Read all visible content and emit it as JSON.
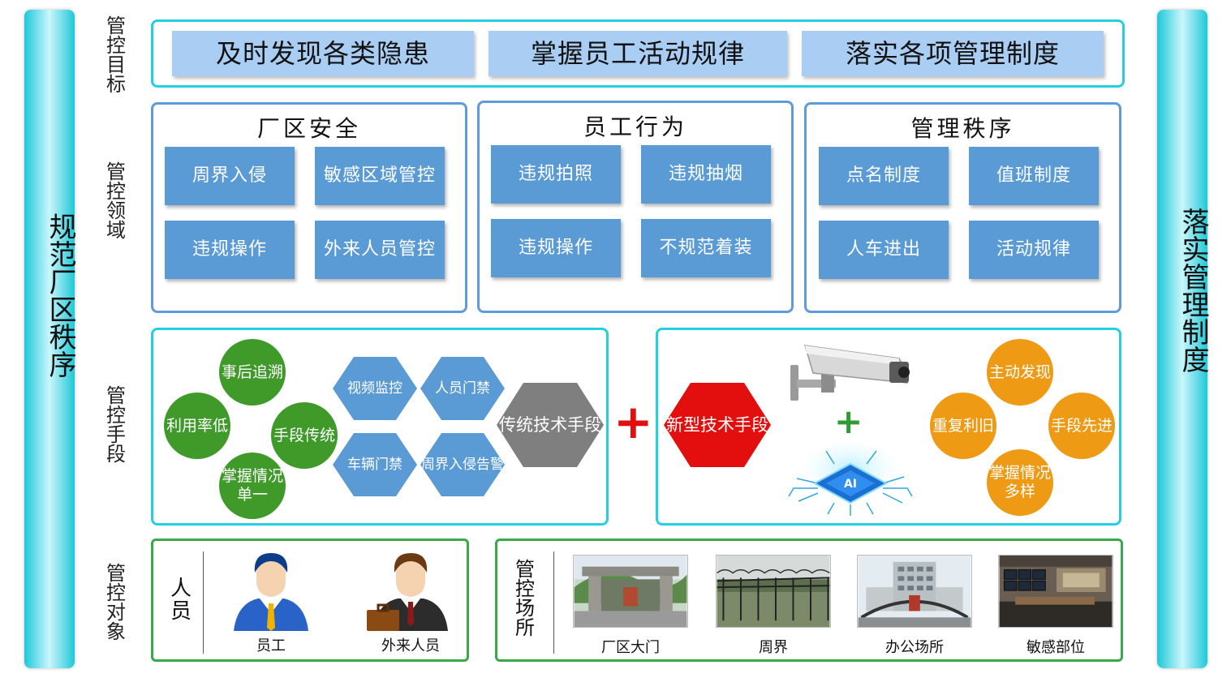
{
  "left_bar": "规范厂区秩序",
  "right_bar": "落实管理制度",
  "row_labels": {
    "goal": "管控目标",
    "domain": "管控领域",
    "means": "管控手段",
    "object": "管控对象"
  },
  "goals": [
    "及时发现各类隐患",
    "掌握员工活动规律",
    "落实各项管理制度"
  ],
  "domains": [
    {
      "title": "厂区安全",
      "items": [
        "周界入侵",
        "敏感区域管控",
        "违规操作",
        "外来人员管控"
      ]
    },
    {
      "title": "员工行为",
      "items": [
        "违规拍照",
        "违规抽烟",
        "违规操作",
        "不规范着装"
      ]
    },
    {
      "title": "管理秩序",
      "items": [
        "点名制度",
        "值班制度",
        "人车进出",
        "活动规律"
      ]
    }
  ],
  "traditional": {
    "circles": [
      "事后追溯",
      "利用率低",
      "手段传统",
      "掌握情况单一"
    ],
    "hexes": [
      "视频监控",
      "人员门禁",
      "车辆门禁",
      "周界入侵告警"
    ],
    "center": "传统技术手段"
  },
  "plus_sign": "+",
  "new_tech": {
    "center": "新型技术手段",
    "chip_label": "AI",
    "circles": [
      "主动发现",
      "重复利旧",
      "手段先进",
      "掌握情况多样"
    ]
  },
  "objects": {
    "people_label": "人员",
    "people": [
      "员工",
      "外来人员"
    ],
    "places_label": "管控场所",
    "places": [
      "厂区大门",
      "周界",
      "办公场所",
      "敏感部位"
    ]
  },
  "colors": {
    "cyan_frame": "#23d0e0",
    "tile_blue": "#5b9bd5",
    "green": "#3f9a2a",
    "orange": "#ee9a14",
    "red": "#e30f0f"
  }
}
